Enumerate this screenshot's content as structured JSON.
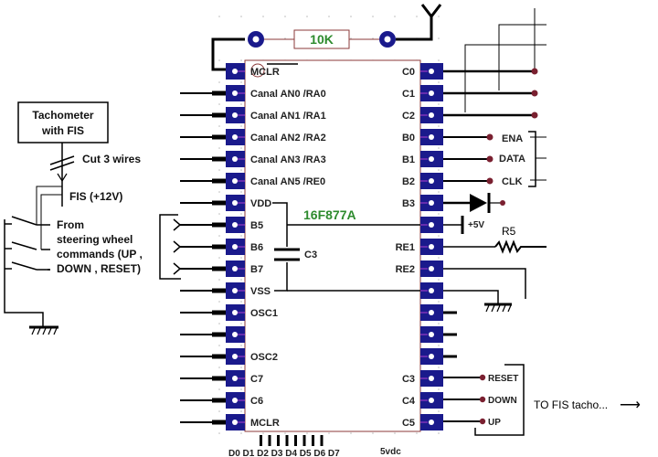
{
  "chip": {
    "name": "16F877A",
    "left_pins": [
      "MCLR",
      "Canal AN0 /RA0",
      "Canal AN1 /RA1",
      "Canal AN2 /RA2",
      "Canal AN3 /RA3",
      "Canal AN5 /RE0",
      "VDD",
      "B5",
      "B6",
      "B7",
      "VSS",
      "OSC1",
      "",
      "OSC2",
      "C7",
      "C6",
      "MCLR"
    ],
    "right_pins": [
      "C0",
      "C1",
      "C2",
      "B0",
      "B1",
      "B2",
      "B3",
      "",
      "RE1",
      "RE2",
      "",
      "",
      "",
      "",
      "C3",
      "C4",
      "C5"
    ]
  },
  "resistor_top": "10K",
  "capacitor": "C3",
  "resistor_r5": "R5",
  "supply_label": "+5V",
  "lcd_signals": [
    "ENA",
    "DATA",
    "CLK"
  ],
  "fis_outputs": [
    "RESET",
    "DOWN",
    "UP"
  ],
  "fis_target": "TO FIS tacho...",
  "arrow_glyph": "⟶",
  "tachometer": {
    "line1": "Tachometer",
    "line2": "with FIS"
  },
  "cut_wires": "Cut 3 wires",
  "fis_power": "FIS  (+12V)",
  "steering": [
    "From",
    "steering wheel",
    "commands (UP ,",
    "DOWN , RESET)"
  ],
  "bottom_data_bus": "D0 D1 D2 D3 D4 D5 D6 D7",
  "bottom_supply": "5vdc",
  "colors": {
    "pad": "#1a1a8c",
    "chip_border": "#8b3a3a",
    "label_green": "#2e8b2e",
    "node": "#7a2030"
  }
}
